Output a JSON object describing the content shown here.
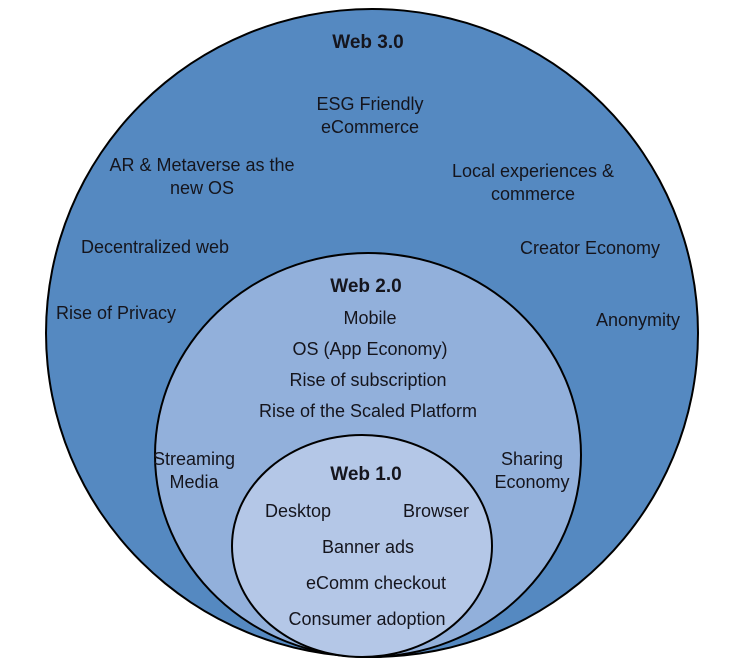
{
  "diagram": {
    "background": "#ffffff",
    "outline_color": "#000000",
    "text_color": "#15151d",
    "web3": {
      "title": "Web 3.0",
      "fill": "#5589c1",
      "labels": {
        "esg": "ESG Friendly\neCommerce",
        "ar_metaverse": "AR & Metaverse as the\nnew OS",
        "local_experiences": "Local experiences &\ncommerce",
        "decentralized_web": "Decentralized web",
        "creator_economy": "Creator Economy",
        "rise_of_privacy": "Rise of Privacy",
        "anonymity": "Anonymity"
      }
    },
    "web2": {
      "title": "Web 2.0",
      "fill": "#92b0db",
      "labels": {
        "mobile": "Mobile",
        "os_app_economy": "OS (App Economy)",
        "rise_of_subscription": "Rise of subscription",
        "rise_of_scaled_platform": "Rise of the Scaled Platform",
        "streaming_media": "Streaming\nMedia",
        "sharing_economy": "Sharing\nEconomy"
      }
    },
    "web1": {
      "title": "Web 1.0",
      "fill": "#b4c7e7",
      "labels": {
        "desktop": "Desktop",
        "browser": "Browser",
        "banner_ads": "Banner ads",
        "ecomm_checkout": "eComm checkout",
        "consumer_adoption": "Consumer adoption"
      }
    }
  }
}
